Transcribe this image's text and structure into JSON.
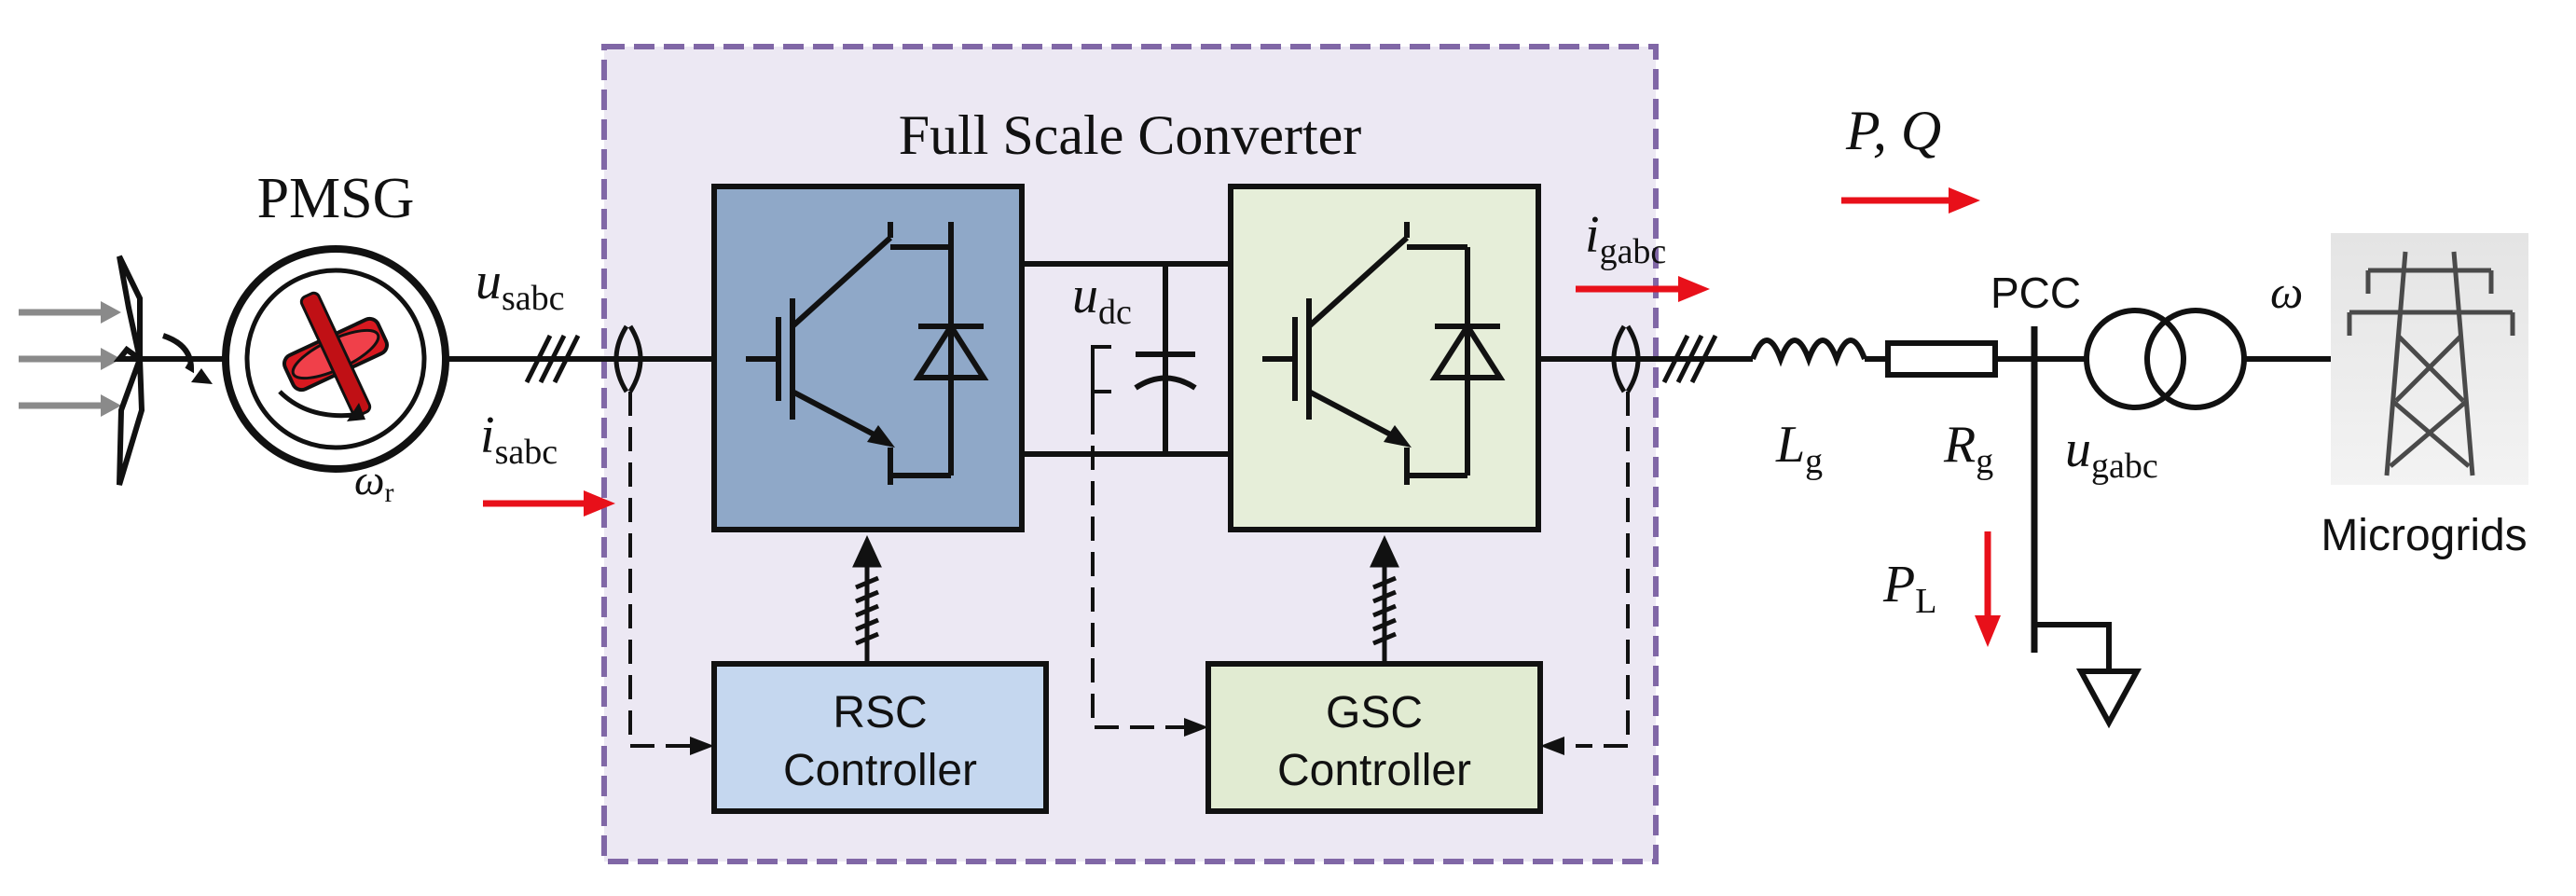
{
  "title": "Full Scale Converter",
  "generator": {
    "label": "PMSG",
    "rotor_speed_symbol": "ω",
    "rotor_speed_sub": "r"
  },
  "stator": {
    "voltage_symbol": "u",
    "voltage_sub": "sabc",
    "current_symbol": "i",
    "current_sub": "sabc"
  },
  "dc_link": {
    "symbol": "u",
    "sub": "dc"
  },
  "grid_side": {
    "current_symbol": "i",
    "current_sub": "gabc",
    "power_label": "P, Q",
    "inductor_symbol": "L",
    "inductor_sub": "g",
    "resistor_symbol": "R",
    "resistor_sub": "g",
    "pcc_label": "PCC",
    "voltage_symbol": "u",
    "voltage_sub": "gabc",
    "load_symbol": "P",
    "load_sub": "L",
    "frequency_symbol": "ω",
    "microgrid_label": "Microgrids"
  },
  "controllers": {
    "rsc_line1": "RSC",
    "rsc_line2": "Controller",
    "gsc_line1": "GSC",
    "gsc_line2": "Controller"
  },
  "colors": {
    "frame_fill": "#ece8f3",
    "frame_border": "#8067a6",
    "rsc_fill": "#8fa8c8",
    "gsc_fill": "#e6eed9",
    "rsc_ctrl_fill": "#c5d7ef",
    "gsc_ctrl_fill": "#e1ebd2",
    "arrow_red": "#e8101a",
    "wind_arrow": "#8a8a8a",
    "rotor_red": "#d81920"
  }
}
